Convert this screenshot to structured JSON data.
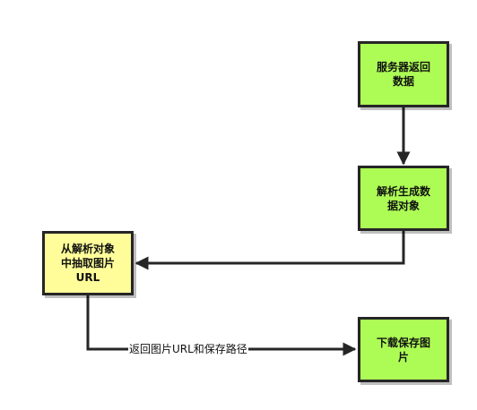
{
  "nodes": {
    "server_return": {
      "label": "服务器返回\n数据",
      "color": "#adfc55"
    },
    "parse_object": {
      "label": "解析生成数\n据对象",
      "color": "#adfc55"
    },
    "extract_url": {
      "label": "从解析对象\n中抽取图片\nURL",
      "color": "#fefd99"
    },
    "download_save": {
      "label": "下载保存图\n片",
      "color": "#adfc55"
    }
  },
  "edges": {
    "return_path_label": "返回图片URL和保存路径"
  },
  "colors": {
    "line": "#262626"
  }
}
